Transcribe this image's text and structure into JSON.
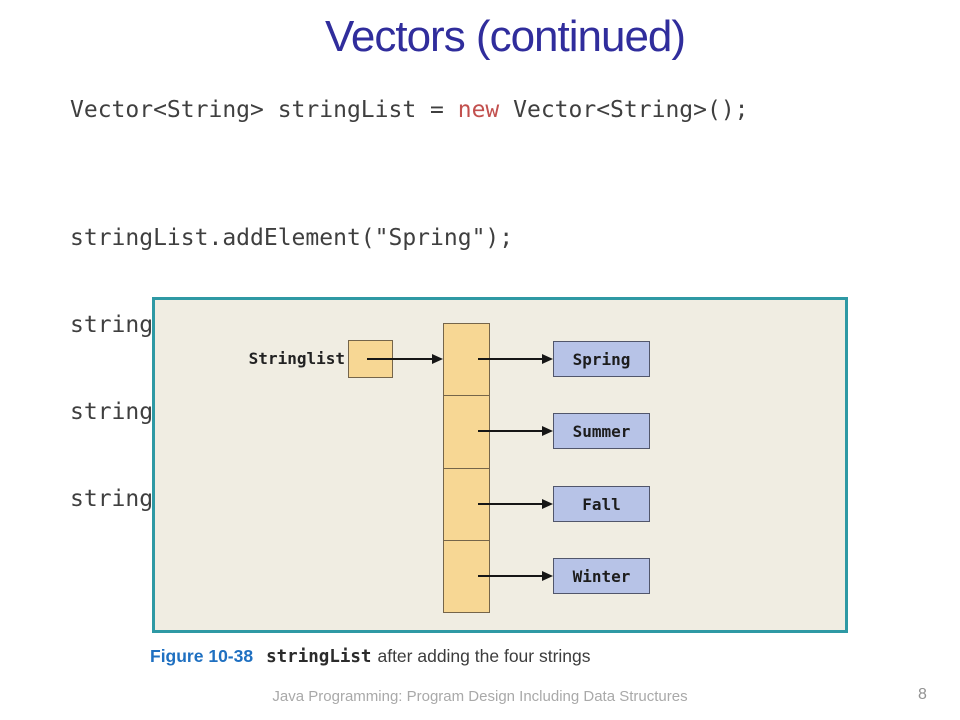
{
  "title": "Vectors (continued)",
  "code": {
    "declaration_pre": "Vector<String> stringList = ",
    "declaration_keyword": "new",
    "declaration_post": " Vector<String>();",
    "statements": [
      "stringList.addElement(\"Spring\");",
      "stringList.addElement(\"Summer\");",
      "stringList.addElement(\"Fall\");",
      "stringList.addElement(\"Winter\");"
    ]
  },
  "figure": {
    "pointer_label": "Stringlist",
    "elements": [
      "Spring",
      "Summer",
      "Fall",
      "Winter"
    ],
    "caption_figure": "Figure 10-38",
    "caption_code": "stringList",
    "caption_text": "after adding the four strings"
  },
  "footer": {
    "text": "Java Programming: Program Design Including Data Structures",
    "page_number": "8"
  },
  "colors": {
    "title": "#302D9C",
    "keyword": "#C2504E",
    "code_text": "#3F3F3F",
    "panel_border": "#2E99A4",
    "panel_bg": "#F0EDE2",
    "cell_fill": "#F7D794",
    "cell_border": "#75654A",
    "element_fill": "#B7C3E7",
    "figure_label": "#1F70C1",
    "footer_text": "#A9A9A9"
  }
}
